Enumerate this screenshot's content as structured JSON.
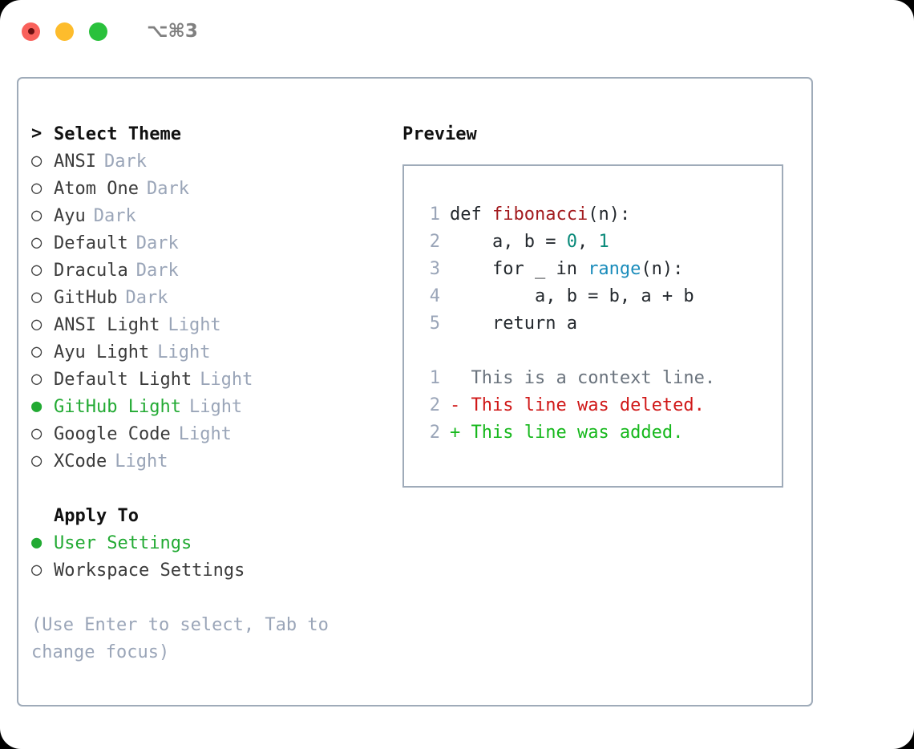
{
  "window": {
    "shortcut_label": "⌥⌘3",
    "traffic_lights": [
      "close",
      "minimize",
      "zoom"
    ]
  },
  "left": {
    "header": {
      "prefix": ">",
      "title": "Select Theme"
    },
    "themes": [
      {
        "prefix": "○",
        "name": "ANSI",
        "badge": "Dark",
        "selected": false
      },
      {
        "prefix": "○",
        "name": "Atom One",
        "badge": "Dark",
        "selected": false
      },
      {
        "prefix": "○",
        "name": "Ayu",
        "badge": "Dark",
        "selected": false
      },
      {
        "prefix": "○",
        "name": "Default",
        "badge": "Dark",
        "selected": false
      },
      {
        "prefix": "○",
        "name": "Dracula",
        "badge": "Dark",
        "selected": false
      },
      {
        "prefix": "○",
        "name": "GitHub",
        "badge": "Dark",
        "selected": false
      },
      {
        "prefix": "○",
        "name": "ANSI Light",
        "badge": "Light",
        "selected": false
      },
      {
        "prefix": "○",
        "name": "Ayu Light",
        "badge": "Light",
        "selected": false
      },
      {
        "prefix": "○",
        "name": "Default Light",
        "badge": "Light",
        "selected": false
      },
      {
        "prefix": "●",
        "name": "GitHub Light",
        "badge": "Light",
        "selected": true
      },
      {
        "prefix": "○",
        "name": "Google Code",
        "badge": "Light",
        "selected": false
      },
      {
        "prefix": "○",
        "name": "XCode",
        "badge": "Light",
        "selected": false
      }
    ],
    "apply": {
      "title": "Apply To",
      "options": [
        {
          "prefix": "●",
          "name": "User Settings",
          "selected": true
        },
        {
          "prefix": "○",
          "name": "Workspace Settings",
          "selected": false
        }
      ]
    },
    "hint": "(Use Enter to select, Tab to change focus)"
  },
  "right": {
    "title": "Preview",
    "code_lines": [
      {
        "num": "1",
        "tokens": [
          {
            "t": "def ",
            "c": "plain"
          },
          {
            "t": "fibonacci",
            "c": "func"
          },
          {
            "t": "(n):",
            "c": "plain"
          }
        ]
      },
      {
        "num": "2",
        "tokens": [
          {
            "t": "    a, b = ",
            "c": "plain"
          },
          {
            "t": "0",
            "c": "num"
          },
          {
            "t": ", ",
            "c": "plain"
          },
          {
            "t": "1",
            "c": "num"
          }
        ]
      },
      {
        "num": "3",
        "tokens": [
          {
            "t": "    for _ in ",
            "c": "plain"
          },
          {
            "t": "range",
            "c": "builtin"
          },
          {
            "t": "(n):",
            "c": "plain"
          }
        ]
      },
      {
        "num": "4",
        "tokens": [
          {
            "t": "        a, b = b, a + b",
            "c": "plain"
          }
        ]
      },
      {
        "num": "5",
        "tokens": [
          {
            "t": "    return a",
            "c": "plain"
          }
        ]
      }
    ],
    "diff_lines": [
      {
        "num": "1",
        "marker": "  ",
        "text": "This is a context line.",
        "kind": "ctx"
      },
      {
        "num": "2",
        "marker": "- ",
        "text": "This line was deleted.",
        "kind": "del"
      },
      {
        "num": "2",
        "marker": "+ ",
        "text": "This line was added.",
        "kind": "add"
      }
    ]
  },
  "colors": {
    "accent_green": "#22aa33",
    "muted": "#9aa5b8",
    "border": "#9fabb9",
    "func_red": "#a31c20",
    "number_teal": "#0a8a7a",
    "builtin_blue": "#1a8cbb",
    "diff_delete": "#d01818",
    "diff_add": "#16b81c",
    "diff_context": "#6a737d",
    "traffic_red": "#f9615b",
    "traffic_yellow": "#fdbc2c",
    "traffic_green": "#2ac13c"
  }
}
